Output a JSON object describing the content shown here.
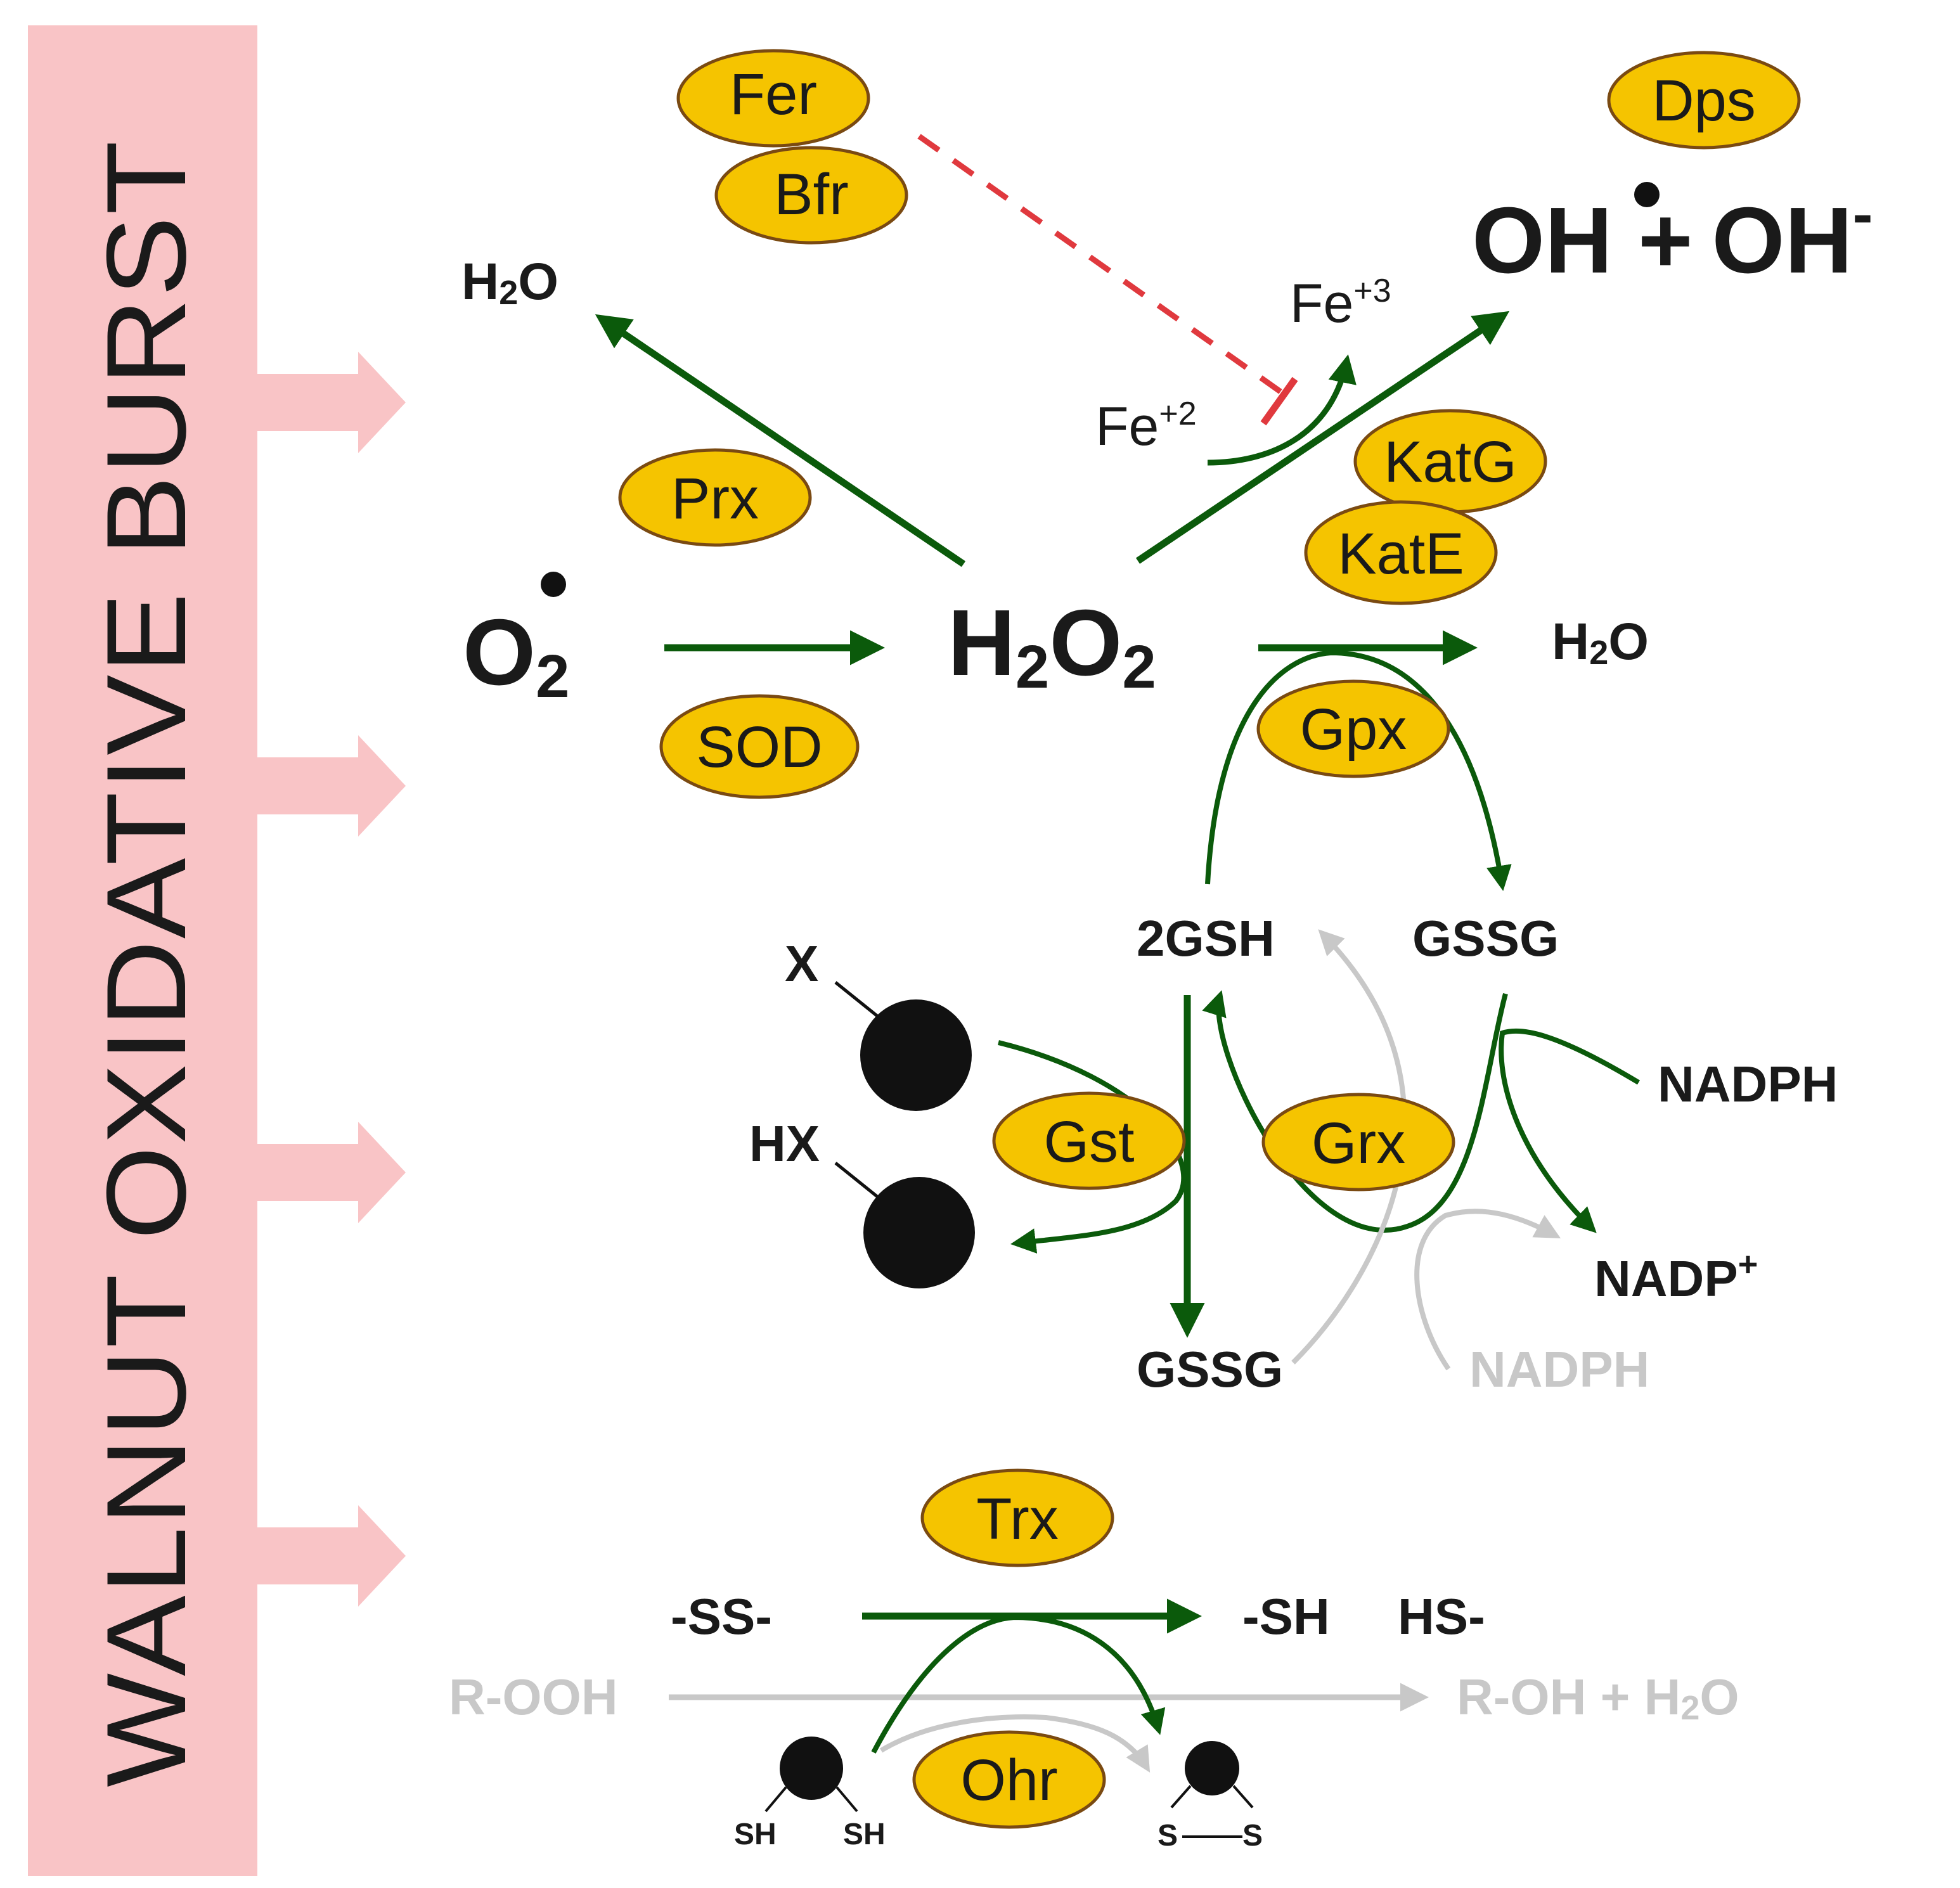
{
  "banner": {
    "title": "WALNUT OXIDATIVE BURST",
    "color": "#f9c4c6"
  },
  "colors": {
    "enzyme_fill": "#f5c400",
    "enzyme_stroke": "#7a4a12",
    "pathway_green": "#0b5a0b",
    "inactive_grey": "#c8c8c8",
    "inhibition_red": "#e0393e"
  },
  "enzymes": {
    "fer": "Fer",
    "bfr": "Bfr",
    "dps": "Dps",
    "prx": "Prx",
    "katg": "KatG",
    "kate": "KatE",
    "sod": "SOD",
    "gpx": "Gpx",
    "gst": "Gst",
    "grx": "Grx",
    "trx": "Trx",
    "ohr": "Ohr"
  },
  "species": {
    "superoxide_base": "O",
    "superoxide_sub": "2",
    "h2o2_h": "H",
    "h2o2_sub1": "2",
    "h2o2_o": "O",
    "h2o2_sub2": "2",
    "water_h": "H",
    "water_sub": "2",
    "water_o": "O",
    "hydroxyl_radical": "OH",
    "plus_sign": "+",
    "hydroxide": "OH",
    "hydroxide_charge": "-",
    "fe2_base": "Fe",
    "fe2_charge": "+2",
    "fe3_base": "Fe",
    "fe3_charge": "+3",
    "gsh": "2GSH",
    "gssg": "GSSG",
    "nadph": "NADPH",
    "nadp_base": "NADP",
    "nadp_charge": "+",
    "x_group": "X",
    "hx_group": "HX",
    "disulfide": "-SS-",
    "thiol": "-SH",
    "thiol_hs": "HS-",
    "r_ooh": "R-OOH",
    "r_oh_plus": "R-OH + H",
    "r_oh_sub": "2",
    "r_oh_o": "O",
    "sh": "SH",
    "s": "S"
  }
}
